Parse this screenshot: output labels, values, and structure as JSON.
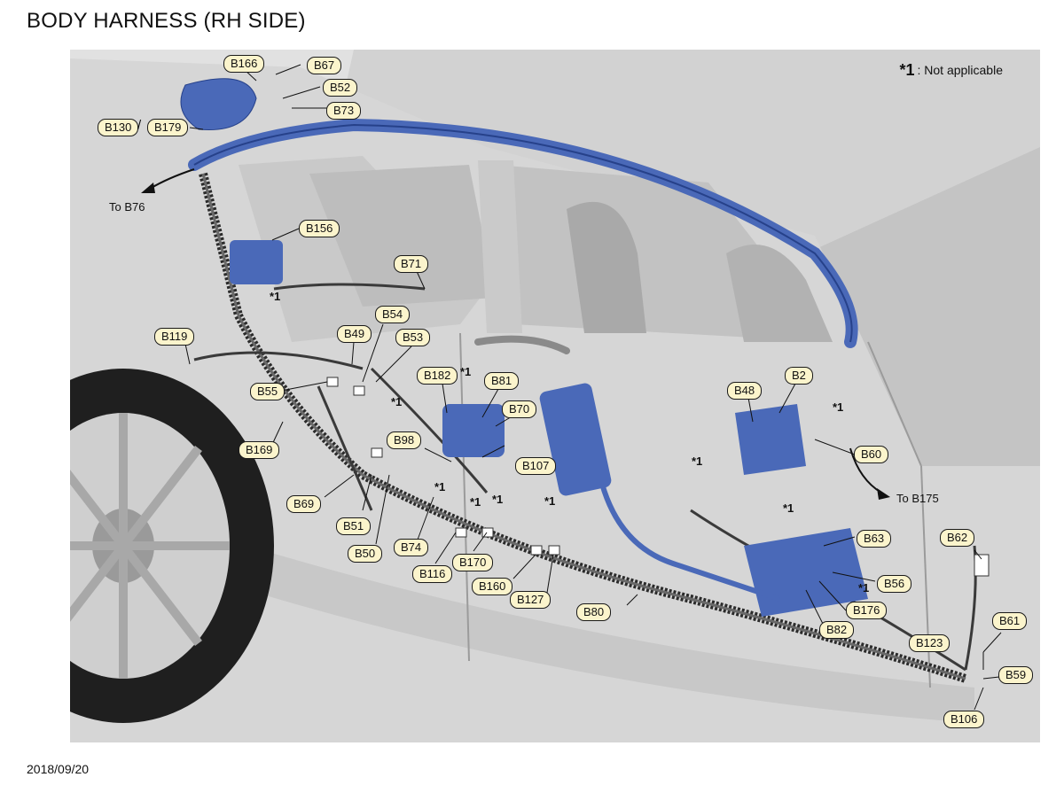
{
  "title": "BODY HARNESS (RH SIDE)",
  "date": "2018/09/20",
  "note": {
    "symbol": "*1",
    "text": ": Not applicable"
  },
  "separator": "/",
  "arrows": {
    "to_b76": "To B76",
    "to_b175": "To B175"
  },
  "marker_text": "*1",
  "colors": {
    "harness": "#4a69b8",
    "harness_dark": "#26418a",
    "label_fill": "#fbf4cc",
    "body_gray": "#d6d6d6",
    "background": "#e1e1e1"
  },
  "connectors": {
    "b166": "B166",
    "b67": "B67",
    "b52": "B52",
    "b73": "B73",
    "b130": "B130",
    "b179": "B179",
    "b156": "B156",
    "b71": "B71",
    "b54": "B54",
    "b49": "B49",
    "b53": "B53",
    "b119": "B119",
    "b55": "B55",
    "b182": "B182",
    "b81": "B81",
    "b70": "B70",
    "b98": "B98",
    "b107": "B107",
    "b169": "B169",
    "b69": "B69",
    "b51": "B51",
    "b50": "B50",
    "b74": "B74",
    "b116": "B116",
    "b170": "B170",
    "b160": "B160",
    "b127": "B127",
    "b80": "B80",
    "b48": "B48",
    "b2": "B2",
    "b60": "B60",
    "b63": "B63",
    "b62": "B62",
    "b56": "B56",
    "b176": "B176",
    "b82": "B82",
    "b61": "B61",
    "b123": "B123",
    "b59": "B59",
    "b106": "B106"
  }
}
